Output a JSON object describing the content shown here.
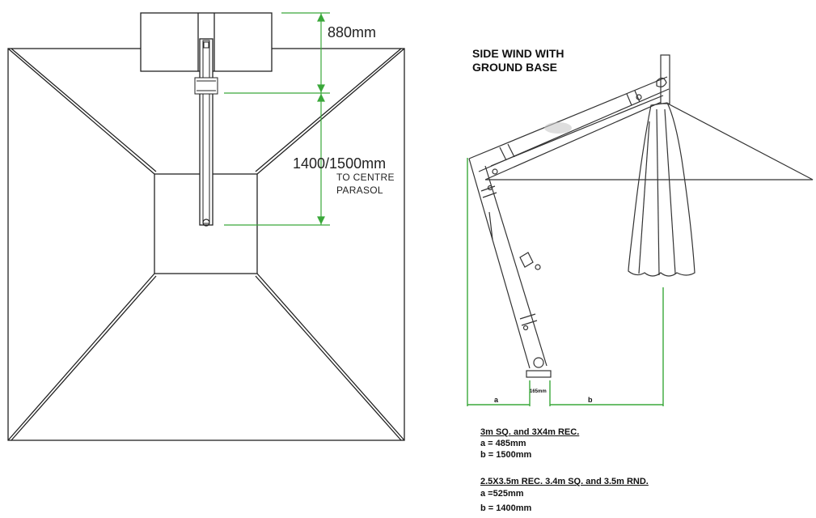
{
  "left_diagram": {
    "dim_top": "880mm",
    "dim_middle": "1400/1500mm",
    "note_line1": "TO CENTRE",
    "note_line2": "PARASOL"
  },
  "right_diagram": {
    "heading_line1": "SIDE WIND WITH",
    "heading_line2": "GROUND BASE",
    "base_width": "165mm",
    "label_a": "a",
    "label_b": "b"
  },
  "specs": [
    {
      "heading": "3m SQ.   and   3X4m REC.",
      "a": "a = 485mm",
      "b": "b = 1500mm"
    },
    {
      "heading": "2.5X3.5m REC.   3.4m SQ.   and    3.5m RND.",
      "a": "a =525mm",
      "b": "b = 1400mm"
    }
  ],
  "colors": {
    "dimension_line": "#3aa83a",
    "outline": "#222222"
  }
}
